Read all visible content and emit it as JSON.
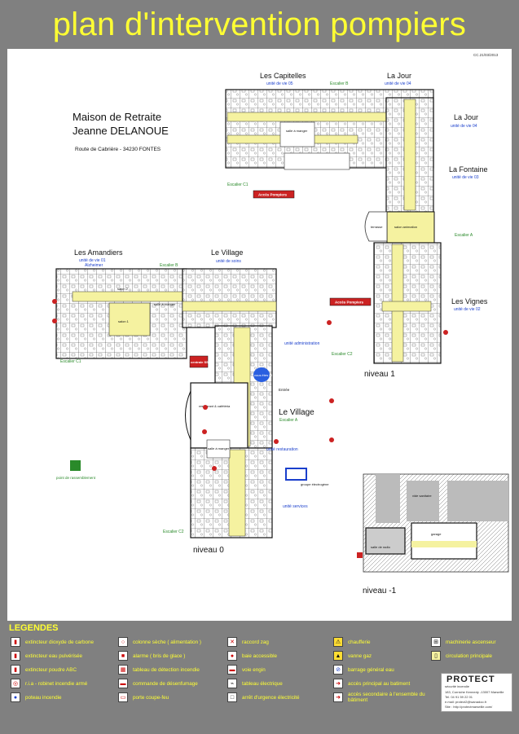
{
  "header": {
    "title": "plan d'intervention pompiers"
  },
  "doc_code": "CC.21/03/2013",
  "facility": {
    "name_line1": "Maison de Retraite",
    "name_line2": "Jeanne DELANOUE",
    "address": "Route de Cabrière - 34230 FONTES"
  },
  "wings": {
    "capitelles": {
      "name": "Les Capitelles",
      "unit": "unité de vie 05"
    },
    "lajour_top": {
      "name": "La Jour",
      "unit": "unité de vie 04"
    },
    "lajour_right": {
      "name": "La Jour",
      "unit": "unité de vie 04"
    },
    "fontaine": {
      "name": "La Fontaine",
      "unit": "unité de vie 03"
    },
    "vignes": {
      "name": "Les Vignes",
      "unit": "unité de vie 02"
    },
    "amandiers": {
      "name": "Les Amandiers",
      "unit": "unité de vie 01",
      "sub": "Alzheimer"
    },
    "village_top": {
      "name": "Le Village",
      "unit": "unité de soins"
    },
    "village_bottom": {
      "name": "Le Village"
    }
  },
  "units": {
    "administration": "unité administration",
    "restauration": "unité restauration",
    "services": "unité services"
  },
  "stairs": {
    "b_top": "Escalier B",
    "c1_top": "Escalier C1",
    "a_right": "Escalier A",
    "c2_right": "Escalier C2",
    "b_left": "Escalier B",
    "c1_left": "Escalier C1",
    "a_center": "Escalier A",
    "c2_bottom": "Escalier C2"
  },
  "access": {
    "acces_pompiers_1": "Accès Pompiers",
    "acces_pompiers_2": "Accès Pompiers",
    "centrale": "centrale SSI",
    "vous_etes_ici": "vous êtes ici",
    "entree": "Entrée"
  },
  "rooms": {
    "salle_a_manger_top": "salle à manger",
    "terrasse": "terrasse",
    "salon_1": "salon 1",
    "salon_2": "salon 2",
    "salle_a_manger_left": "salle à manger",
    "salle_a_manger_center": "salle à manger",
    "restaurant": "restaurant & cafétéria",
    "groupe_electrogene": "groupe électrogène",
    "animation": "salon animation",
    "vide_sanitaire": "vide sanitaire",
    "salle_de_radio": "salle de radio",
    "garage": "garage"
  },
  "assembly_point": "point de rassemblement",
  "levels": {
    "n1": "niveau 1",
    "n0": "niveau 0",
    "nm1": "niveau -1"
  },
  "legend": {
    "title": "LEGENDES",
    "items": [
      {
        "label": "extincteur dioxyde de carbone",
        "icon": "co2-extinguisher-icon"
      },
      {
        "label": "extincteur eau pulvérisée",
        "icon": "water-extinguisher-icon"
      },
      {
        "label": "extincteur poudre ABC",
        "icon": "powder-extinguisher-icon"
      },
      {
        "label": "r.i.a - robinet incendie armé",
        "icon": "fire-hose-icon"
      },
      {
        "label": "poteau incendie",
        "icon": "hydrant-icon"
      },
      {
        "label": "colonne sèche ( alimentation )",
        "icon": "dry-riser-icon"
      },
      {
        "label": "alarme ( bris de glace )",
        "icon": "alarm-icon"
      },
      {
        "label": "tableau de détection incendie",
        "icon": "detection-panel-icon"
      },
      {
        "label": "commande de désenfumage",
        "icon": "smoke-control-icon"
      },
      {
        "label": "porte coupe-feu",
        "icon": "fire-door-icon"
      },
      {
        "label": "raccord zag",
        "icon": "zag-coupling-icon"
      },
      {
        "label": "baie accessible",
        "icon": "accessible-bay-icon"
      },
      {
        "label": "voie engin",
        "icon": "engine-route-icon"
      },
      {
        "label": "tableau électrique",
        "icon": "electrical-panel-icon"
      },
      {
        "label": "arrêt d'urgence électricité",
        "icon": "emergency-stop-icon"
      },
      {
        "label": "chaufferie",
        "icon": "boiler-icon"
      },
      {
        "label": "vanne gaz",
        "icon": "gas-valve-icon"
      },
      {
        "label": "barrage général eau",
        "icon": "water-shutoff-icon"
      },
      {
        "label": "accès principal au batiment",
        "icon": "main-access-icon"
      },
      {
        "label": "accès secondaire à l'ensemble du bâtiment",
        "icon": "secondary-access-icon"
      },
      {
        "label": "machinerie ascenseur",
        "icon": "lift-machinery-icon"
      },
      {
        "label": "circulation principale",
        "icon": "main-circulation-icon"
      }
    ]
  },
  "protect": {
    "logo": "PROTECT",
    "tagline": "sécurité incendie",
    "address": "183, Corniche Kennedy -13007 Marseille",
    "phone": "Tel. 04 91 59 22 01",
    "email": "e.mail: protect2@wanadoo.fr",
    "site": "Site : http://protectmarseille.com/"
  },
  "colors": {
    "background": "#808080",
    "title": "#ffff33",
    "corridor": "#f5f2a0",
    "walls": "#222222",
    "blue_text": "#1a3fcc",
    "green_text": "#2a8a2a",
    "red": "#cc2222"
  }
}
